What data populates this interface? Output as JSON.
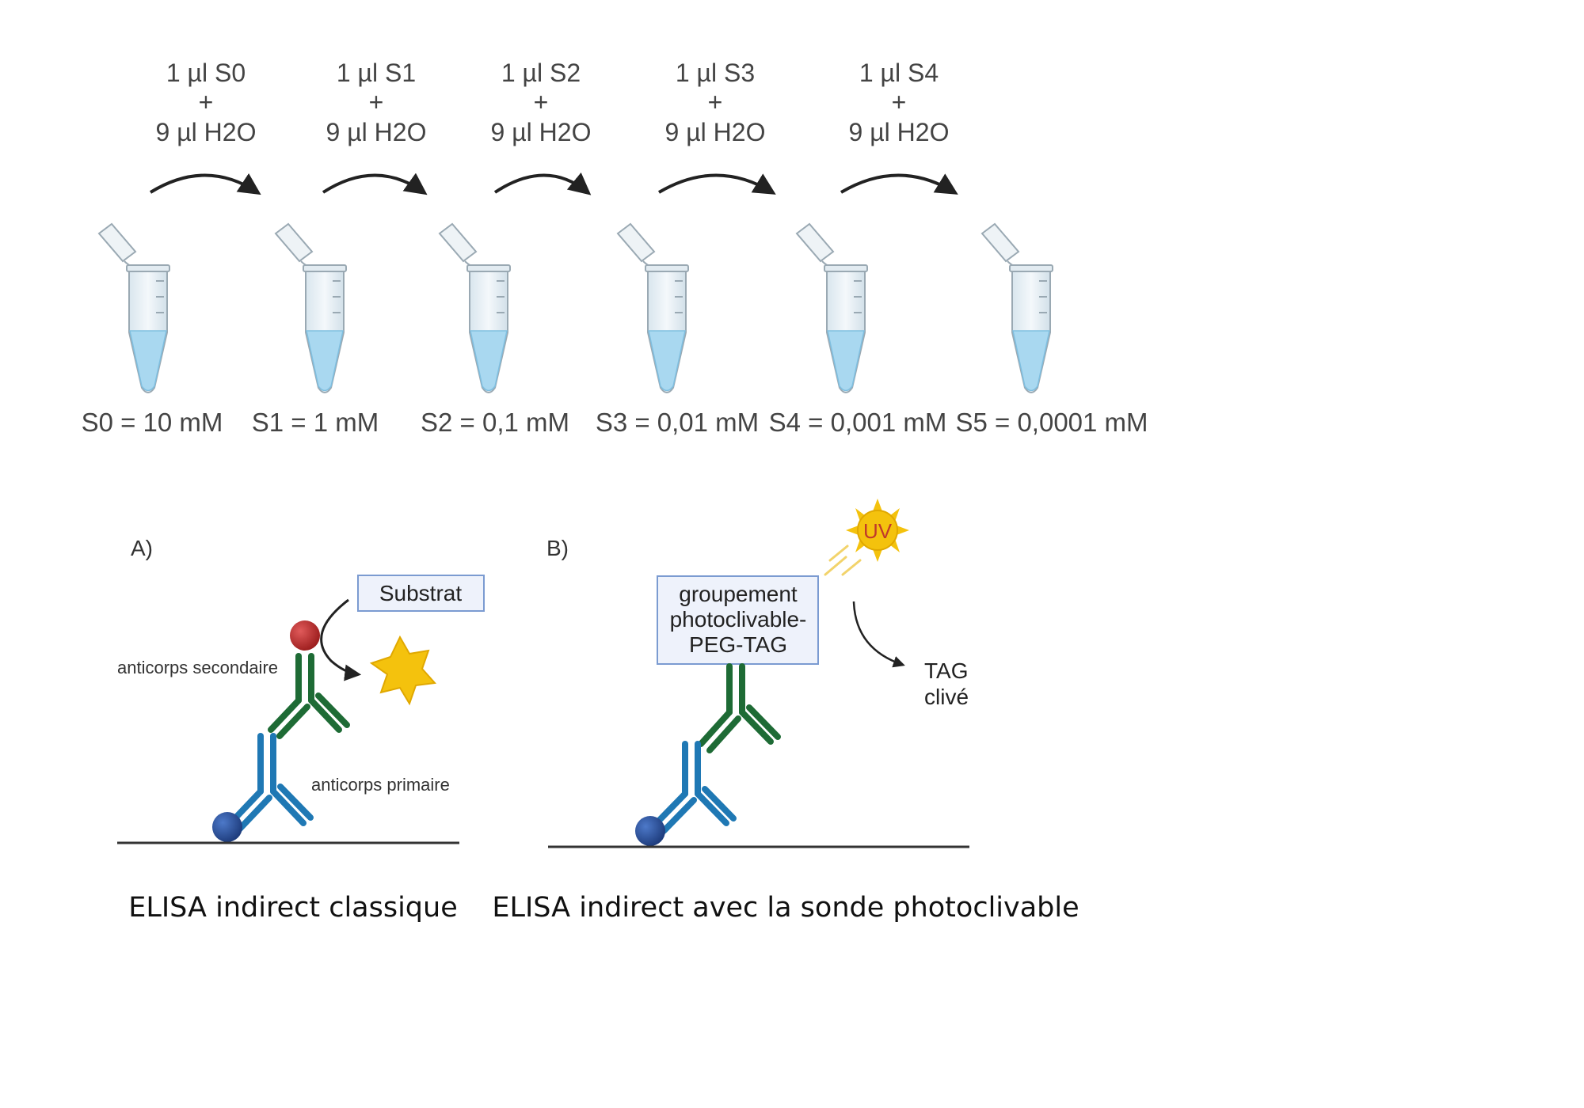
{
  "dilution": {
    "steps": [
      {
        "line1": "1 µl S0",
        "plus": "+",
        "line2": "9 µl H2O"
      },
      {
        "line1": "1 µl S1",
        "plus": "+",
        "line2": "9 µl H2O"
      },
      {
        "line1": "1 µl S2",
        "plus": "+",
        "line2": "9 µl H2O"
      },
      {
        "line1": "1 µl S3",
        "plus": "+",
        "line2": "9 µl H2O"
      },
      {
        "line1": "1 µl S4",
        "plus": "+",
        "line2": "9 µl H2O"
      }
    ],
    "concentrations": [
      "S0 = 10 mM",
      "S1 = 1 mM",
      "S2 = 0,1 mM",
      "S3 = 0,01 mM",
      "S4 = 0,001 mM",
      "S5 = 0,0001 mM"
    ]
  },
  "panel_a": {
    "label": "A)",
    "substrate": "Substrat",
    "secondary": "anticorps secondaire",
    "primary": "anticorps primaire",
    "caption": "ELISA indirect classique"
  },
  "panel_b": {
    "label": "B)",
    "box_line1": "groupement",
    "box_line2": "photoclivable-",
    "box_line3": "PEG-TAG",
    "uv": "UV",
    "tag_line1": "TAG",
    "tag_line2": "clivé",
    "caption": "ELISA indirect avec la sonde photoclivable"
  },
  "colors": {
    "primary_antibody": "#1f78b4",
    "secondary_antibody": "#1e6b35",
    "enzyme": "#b22222",
    "antigen": "#2a4f9e",
    "star": "#f4c20d",
    "liquid": "#a9d8f0",
    "box_fill": "#eef2fb",
    "box_stroke": "#7b9bd1"
  }
}
